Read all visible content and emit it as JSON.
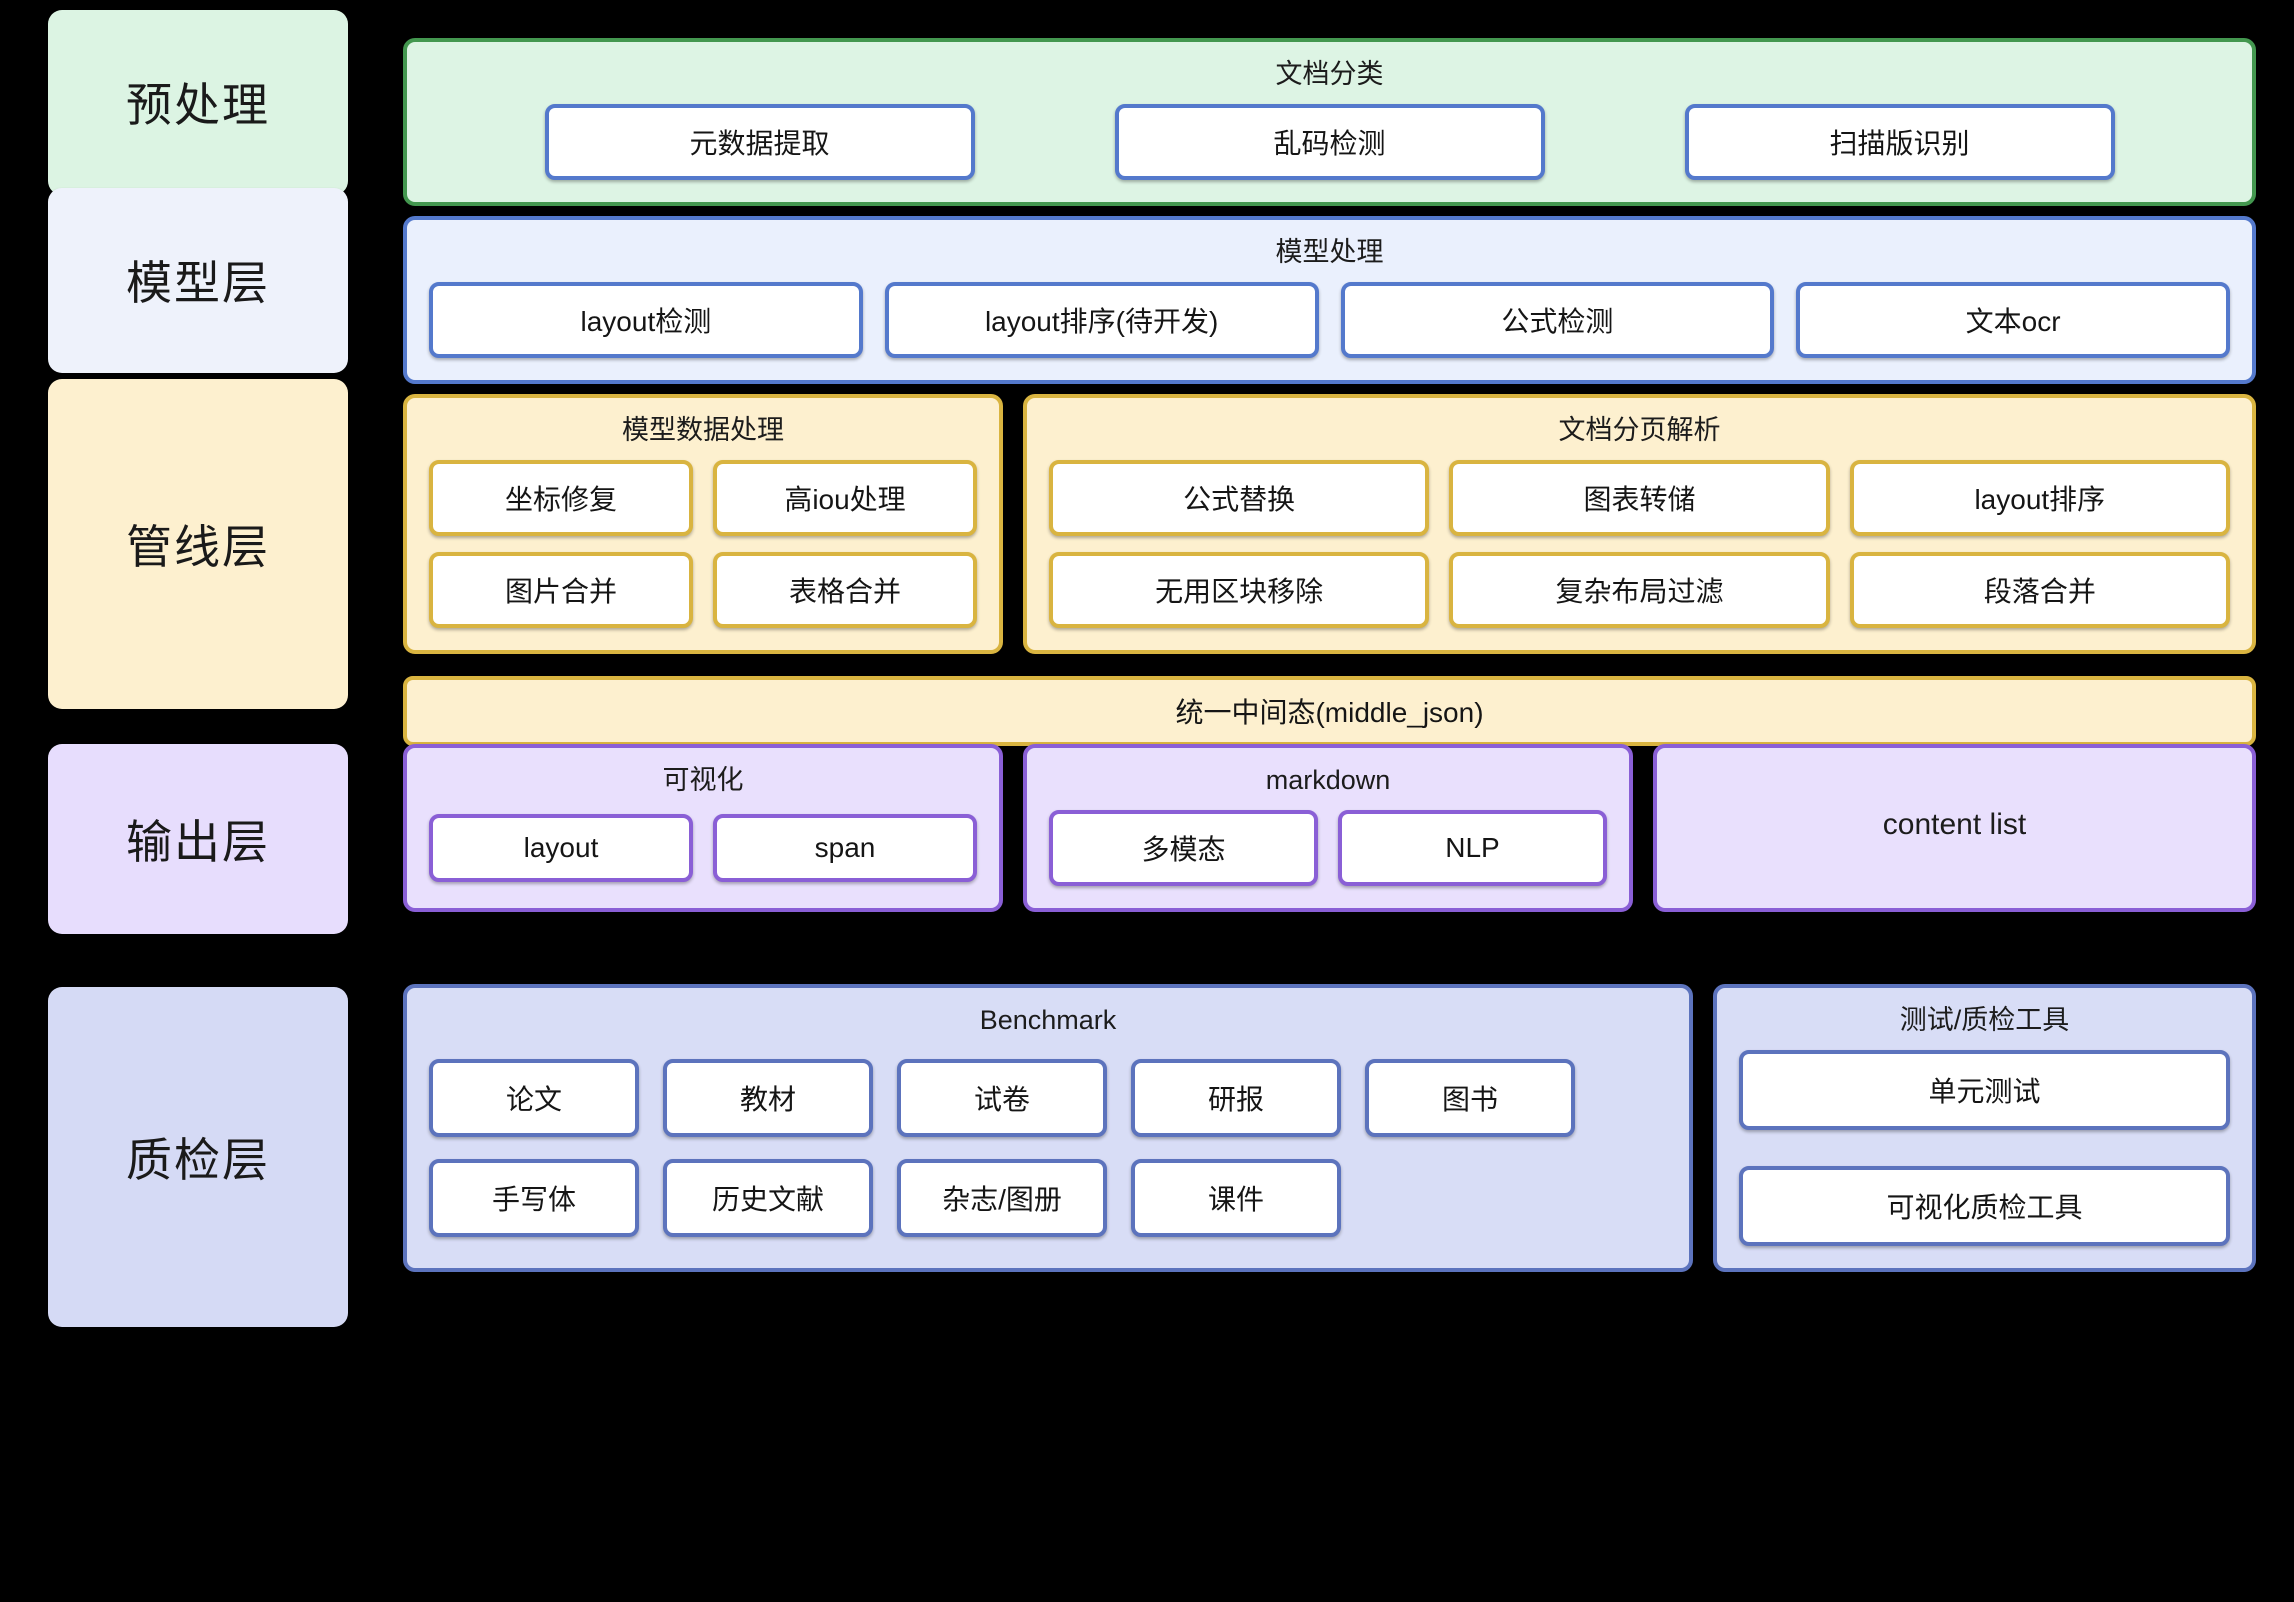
{
  "rows": [
    {
      "layer_label": "预处理",
      "panels": [
        {
          "title": "文档分类",
          "nodes_line1": [
            "元数据提取",
            "乱码检测",
            "扫描版识别"
          ]
        }
      ]
    },
    {
      "layer_label": "模型层",
      "panels": [
        {
          "title": "模型处理",
          "nodes_line1": [
            "layout检测",
            "layout排序(待开发)",
            "公式检测",
            "文本ocr"
          ]
        }
      ]
    },
    {
      "layer_label": "管线层",
      "panels": [
        {
          "title": "模型数据处理",
          "nodes_line1": [
            "坐标修复",
            "高iou处理"
          ],
          "nodes_line2": [
            "图片合并",
            "表格合并"
          ]
        },
        {
          "title": "文档分页解析",
          "nodes_line1": [
            "公式替换",
            "图表转储",
            "layout排序"
          ],
          "nodes_line2": [
            "无用区块移除",
            "复杂布局过滤",
            "段落合并"
          ]
        }
      ],
      "full_bar": "统一中间态(middle_json)"
    },
    {
      "layer_label": "输出层",
      "panels": [
        {
          "title": "可视化",
          "nodes_line1": [
            "layout",
            "span"
          ]
        },
        {
          "title": "markdown",
          "nodes_line1": [
            "多模态",
            "NLP"
          ]
        },
        {
          "title": "content list",
          "nodes_line1": []
        }
      ]
    },
    {
      "layer_label": "质检层",
      "panels": [
        {
          "title": "Benchmark",
          "nodes_line1": [
            "论文",
            "教材",
            "试卷",
            "研报",
            "图书"
          ],
          "nodes_line2": [
            "手写体",
            "历史文献",
            "杂志/图册",
            "课件"
          ]
        },
        {
          "title": "测试/质检工具",
          "nodes_line1": [
            "单元测试"
          ],
          "nodes_line2": [
            "可视化质检工具"
          ]
        }
      ]
    }
  ],
  "colors": {
    "background": "#000000",
    "preprocess_fill": "#ddf4e4",
    "preprocess_border": "#43974f",
    "model_fill": "#eaf0fd",
    "model_border": "#5479cc",
    "pipeline_fill": "#fdf0cf",
    "pipeline_border": "#d9b440",
    "output_fill": "#e9e0fd",
    "output_border": "#8a5fd6",
    "qa_fill": "#d8ddf6",
    "qa_border": "#5c73bd",
    "node_fill": "#ffffff"
  }
}
